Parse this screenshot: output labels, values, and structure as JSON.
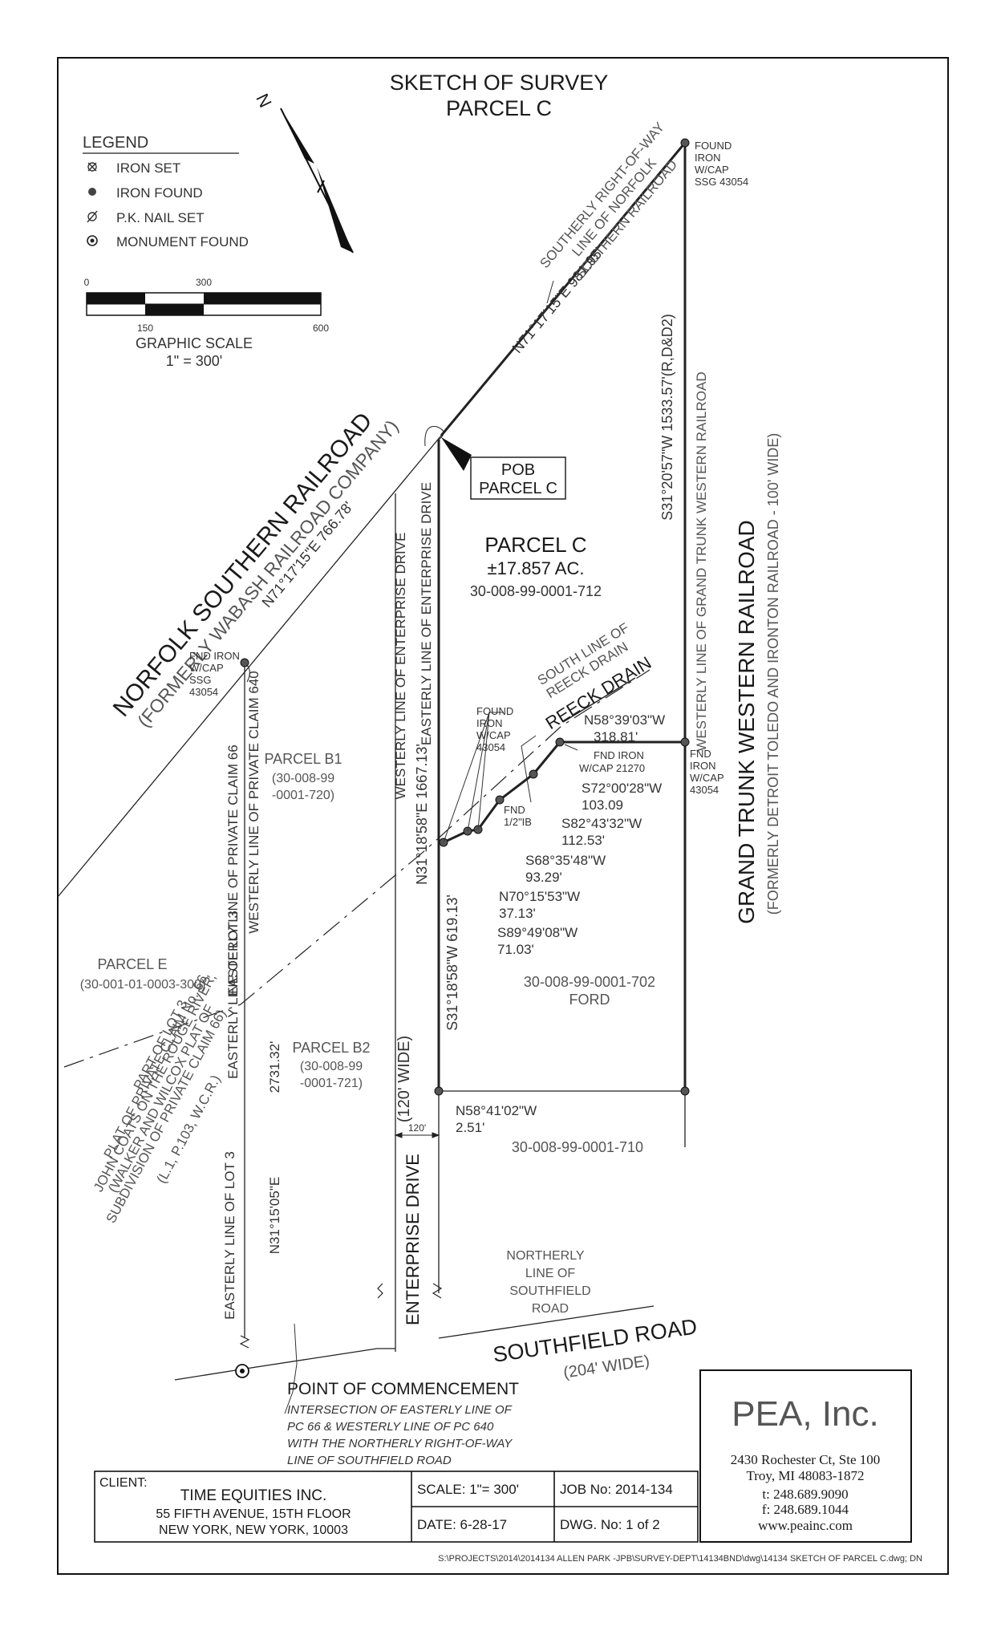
{
  "title": {
    "line1": "SKETCH OF SURVEY",
    "line2": "PARCEL C"
  },
  "north_label": "N",
  "legend": {
    "heading": "LEGEND",
    "items": [
      {
        "icon": "iron-set-icon",
        "label": "IRON SET"
      },
      {
        "icon": "iron-found-icon",
        "label": "IRON FOUND"
      },
      {
        "icon": "pk-nail-set-icon",
        "label": "P.K. NAIL SET"
      },
      {
        "icon": "monument-found-icon",
        "label": "MONUMENT FOUND"
      }
    ]
  },
  "scale_bar": {
    "tick_0": "0",
    "tick_300": "300",
    "tick_150": "150",
    "tick_600": "600",
    "label1": "GRAPHIC SCALE",
    "label2": "1\" = 300'"
  },
  "railroads": {
    "ns_name": "NORFOLK SOUTHERN RAILROAD",
    "ns_former": "(FORMERLY WABASH RAILROAD COMPANY)",
    "ns_row_1": "SOUTHERLY RIGHT-OF-WAY",
    "ns_row_2": "LINE OF NORFOLK",
    "ns_row_3": "SOUTHERN RAILROAD",
    "gtw_name": "GRAND TRUNK WESTERN RAILROAD",
    "gtw_former": "(FORMERLY DETROIT TOLEDO AND IRONTON RAILROAD - 100' WIDE)",
    "gtw_westerly": "WESTERLY LINE OF GRAND TRUNK WESTERN RAILROAD"
  },
  "bearings": {
    "n71_main": "N71°17'15\"E  981.95'",
    "n71_west": "N71°17'15\"E  766.78'",
    "s31_east": "S31°20'57\"W   1533.57'(R,D&D2)",
    "n31_1667": "N31°18'58\"E   1667.13'",
    "s31_619": "S31°18'58\"W   619.13'",
    "n58_39_b": "N58°39'03\"W",
    "n58_39_d": "318.81'",
    "s72_b": "S72°00'28\"W",
    "s72_d": "103.09",
    "s82_b": "S82°43'32\"W",
    "s82_d": "112.53'",
    "s68_b": "S68°35'48\"W",
    "s68_d": "93.29'",
    "n70_b": "N70°15'53\"W",
    "n70_d": "37.13'",
    "s89_b": "S89°49'08\"W",
    "s89_d": "71.03'",
    "n58_41_b": "N58°41'02\"W",
    "n58_41_d": "2.51'",
    "n31_15": "N31°15'05\"E",
    "d_2731": "2731.32'"
  },
  "monuments": {
    "found_iron_ne": [
      "FOUND",
      "IRON",
      "W/CAP",
      "SSG 43054"
    ],
    "fnd_iron_nw": [
      "FND IRON",
      "W/CAP",
      "SSG",
      "43054"
    ],
    "fnd_iron_e": [
      "FND",
      "IRON",
      "W/CAP",
      "43054"
    ],
    "found_iron_drain": [
      "FOUND",
      "IRON",
      "W/CAP",
      "43054"
    ],
    "fnd_iron_21270": "FND IRON",
    "fnd_iron_21270_cap": "W/CAP 21270",
    "fnd_ib": [
      "FND",
      "1/2\"IB"
    ]
  },
  "pob": {
    "line1": "POB",
    "line2": "PARCEL C"
  },
  "parcel_c": {
    "name": "PARCEL C",
    "area": "±17.857 AC.",
    "id": "30-008-99-0001-712"
  },
  "parcels": {
    "b1_name": "PARCEL B1",
    "b1_id1": "(30-008-99",
    "b1_id2": "-0001-720)",
    "b2_name": "PARCEL B2",
    "b2_id1": "(30-008-99",
    "b2_id2": "-0001-721)",
    "e_name": "PARCEL E",
    "e_id": "(30-001-01-0003-300)",
    "ford_id": "30-008-99-0001-702",
    "ford_name": "FORD",
    "south_id": "30-008-99-0001-710"
  },
  "lines": {
    "pc66_easterly": "EASTERLY LINE OF PRIVATE CLAIM 66",
    "pc640_westerly": "WESTERLY LINE OF PRIVATE CLAIM 640",
    "ent_westerly": "WESTERLY LINE OF ENTERPRISE DRIVE",
    "ent_easterly": "EASTERLY LINE OF ENTERPRISE DRIVE",
    "lot3_easterly_1": "EASTERLY LINE OF LOT 3",
    "lot3_easterly_2": "EASTERLY LINE OF LOT 3",
    "ent_drive": "ENTERPRISE DRIVE",
    "ent_width": "(120' WIDE)",
    "ent_dim": "120'"
  },
  "reeck": {
    "name": "REECK DRAIN",
    "south_1": "SOUTH LINE OF",
    "south_2": "REECK DRAIN"
  },
  "plat": [
    "PART OF LOT 3",
    "PLAT OF PRIVATE CLAIM No. 66,",
    "JOHN COATS ON THE ROUGE RIVER,",
    "(WALKER AND WILCOX PLAT OF",
    "SUBDIVISION OF PRIVATE CLAIM 66)",
    "(L.1, P.103, W.C.R.)"
  ],
  "southfield": {
    "name": "SOUTHFIELD ROAD",
    "width": "(204' WIDE)",
    "northerly": [
      "NORTHERLY",
      "LINE OF",
      "SOUTHFIELD",
      "ROAD"
    ]
  },
  "poc": {
    "title": "POINT OF COMMENCEMENT",
    "desc": [
      "INTERSECTION OF EASTERLY LINE OF",
      "PC 66 & WESTERLY LINE OF PC 640",
      "WITH THE NORTHERLY RIGHT-OF-WAY",
      "LINE OF SOUTHFIELD ROAD"
    ]
  },
  "company": {
    "name": "PEA, Inc.",
    "address1": "2430 Rochester Ct, Ste 100",
    "address2": "Troy, MI   48083-1872",
    "phone": "t:  248.689.9090",
    "fax": "f:  248.689.1044",
    "web": "www.peainc.com"
  },
  "title_block": {
    "client_label": "CLIENT:",
    "client_name": "TIME EQUITIES INC.",
    "client_addr1": "55 FIFTH AVENUE, 15TH FLOOR",
    "client_addr2": "NEW YORK, NEW YORK, 10003",
    "scale": "SCALE: 1\"= 300'",
    "job": "JOB No: 2014-134",
    "date": "DATE: 6-28-17",
    "dwg": "DWG. No:  1 of 2"
  },
  "file_path": "S:\\PROJECTS\\2014\\2014134 ALLEN PARK -JPB\\SURVEY-DEPT\\14134BND\\dwg\\14134 SKETCH OF PARCEL C.dwg; DN"
}
